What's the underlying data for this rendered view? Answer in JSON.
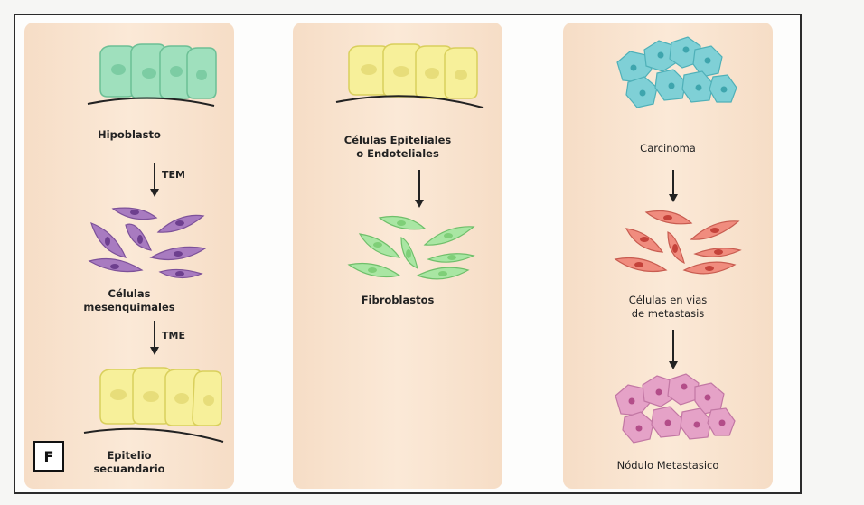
{
  "panels": [
    {
      "top_label": "Hipoblasto",
      "arrow1_label": "TEM",
      "mid_label": "Células\nmesenquimales",
      "arrow2_label": "TME",
      "bottom_label": "Epitelio\nsecuandario"
    },
    {
      "top_label": "Células Epiteliales\no Endoteliales",
      "mid_label": "Fibroblastos"
    },
    {
      "top_label": "Carcinoma",
      "mid_label": "Células en vias\nde metastasis",
      "bottom_label": "Nódulo Metastasico"
    }
  ],
  "figure_letter": "F",
  "colors": {
    "green_epithelium": "#9fe0bd",
    "yellow_epithelium": "#f7f09a",
    "purple_mesenchyme": "#a87bc0",
    "light_green_fibroblast": "#a9e6a3",
    "teal_carcinoma": "#7fd0d6",
    "red_metastasis": "#f08c7e",
    "pink_nodule": "#e5a2c7"
  }
}
